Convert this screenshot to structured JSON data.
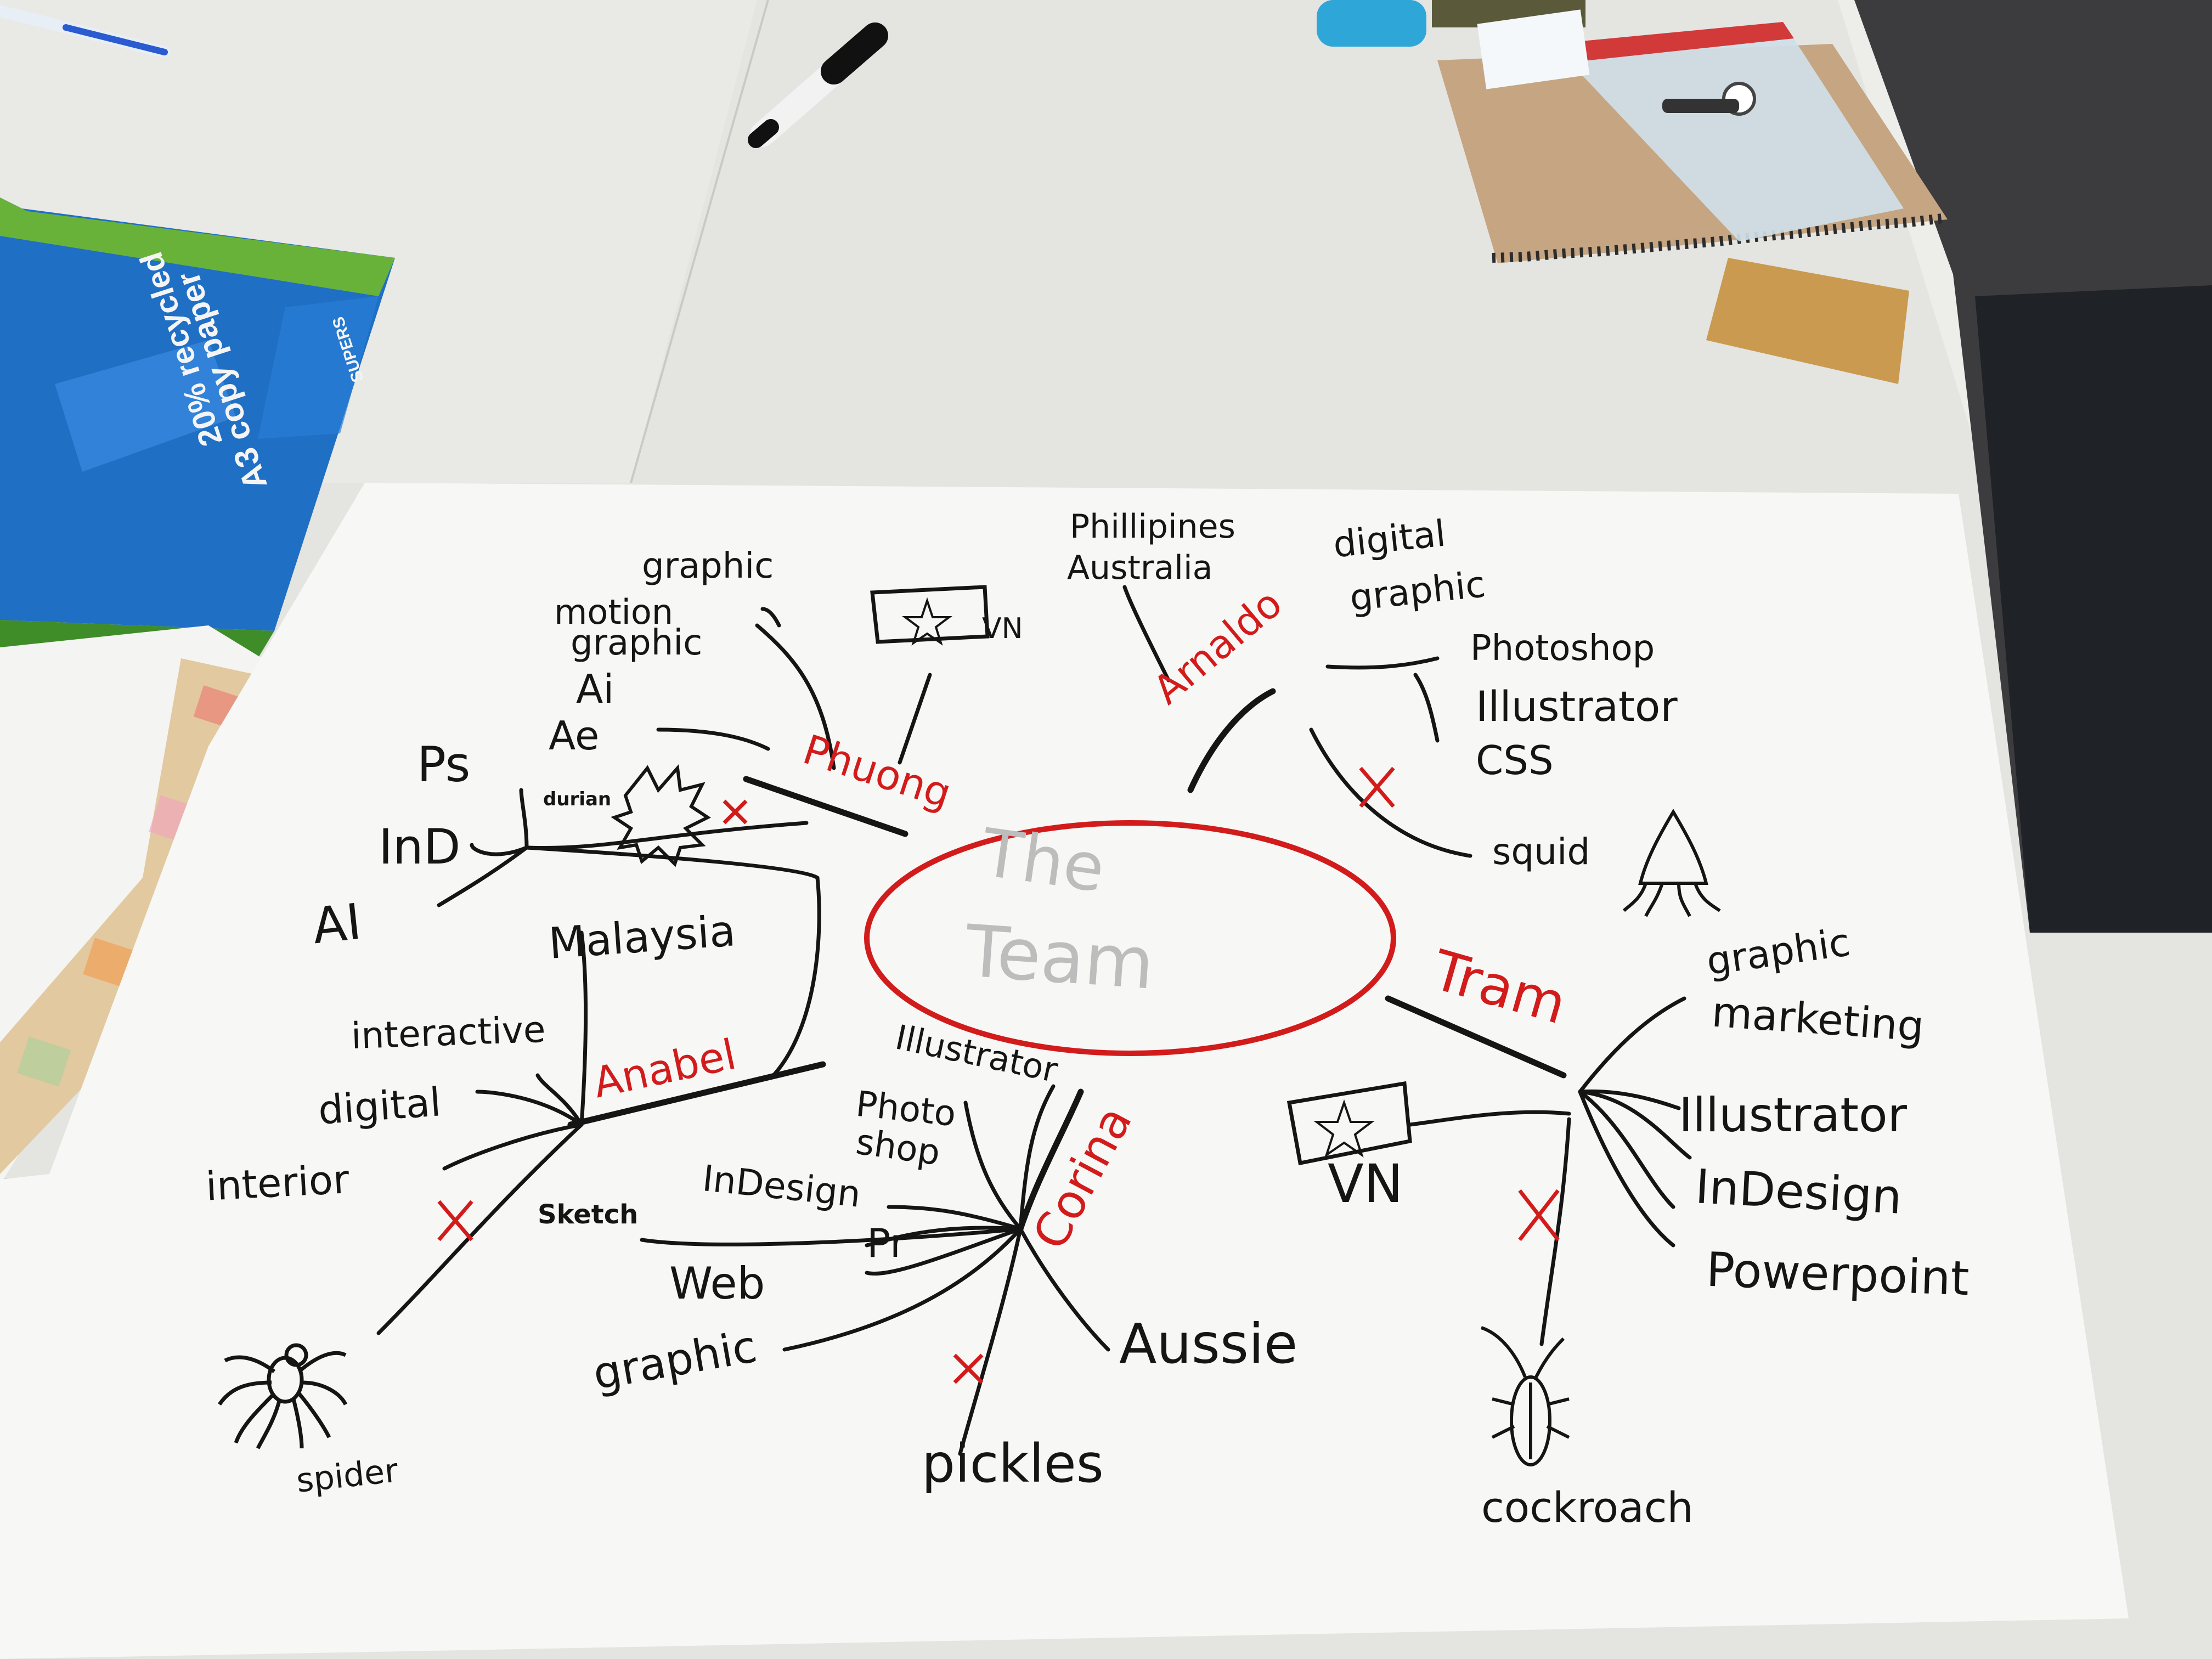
{
  "title_center": [
    "The",
    "Team"
  ],
  "names": {
    "phuong": "Phuong",
    "arnaldo": "Arnaldo",
    "anabel": "Anabel",
    "corina": "Corina",
    "tram": "Tram"
  },
  "phuong": {
    "skills": [
      "graphic",
      "motion",
      "graphic",
      "Ai",
      "Ae",
      "Ps",
      "InD",
      "AI"
    ],
    "flag_label": "VN",
    "food": "durian"
  },
  "arnaldo": {
    "origin": [
      "Phillipines",
      "Australia"
    ],
    "skills": [
      "digital",
      "graphic",
      "Photoshop",
      "Illustrator",
      "CSS"
    ],
    "animal": "squid"
  },
  "anabel": {
    "origin": "Malaysia",
    "skills": [
      "interactive",
      "digital",
      "interior"
    ],
    "animal": "spider"
  },
  "corina": {
    "skills": [
      "Illustrator",
      "Photo",
      "shop",
      "InDesign",
      "Sketch",
      "Pr",
      "Web",
      "graphic"
    ],
    "origin": "Aussie",
    "food": "pickles"
  },
  "tram": {
    "skills": [
      "graphic",
      "marketing",
      "Illustrator",
      "InDesign",
      "Powerpoint"
    ],
    "flag_label": "VN",
    "animal": "cockroach"
  },
  "marks": [
    "×",
    "×",
    "×",
    "×",
    "×"
  ],
  "paper_box": {
    "line1": "20% recycled",
    "line2": "A3 copy paper",
    "brand": "SUPERS"
  },
  "colors": {
    "marker_black": "#151515",
    "marker_red": "#d21b1b",
    "paper": "#f7f7f5",
    "table": "#e6e6e3",
    "box_blue": "#1f6fc4",
    "box_green": "#69b23a"
  }
}
